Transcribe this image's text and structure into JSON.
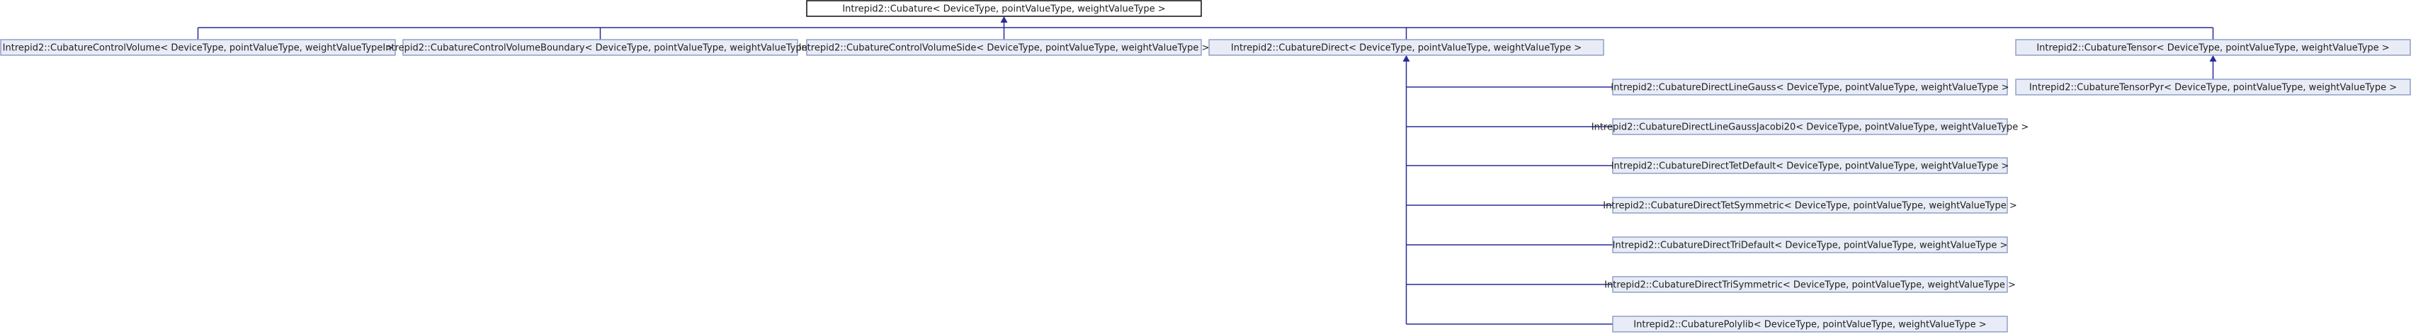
{
  "diagram": {
    "root": {
      "label": "Intrepid2::Cubature< DeviceType, pointValueType, weightValueType >"
    },
    "level1": [
      {
        "label": "Intrepid2::CubatureControlVolume< DeviceType, pointValueType, weightValueType >"
      },
      {
        "label": "Intrepid2::CubatureControlVolumeBoundary< DeviceType, pointValueType, weightValueType >"
      },
      {
        "label": "Intrepid2::CubatureControlVolumeSide< DeviceType, pointValueType, weightValueType >"
      },
      {
        "label": "Intrepid2::CubatureDirect< DeviceType, pointValueType, weightValueType >"
      },
      {
        "label": "Intrepid2::CubatureTensor< DeviceType, pointValueType, weightValueType >"
      }
    ],
    "direct_children": [
      {
        "label": "Intrepid2::CubatureDirectLineGauss< DeviceType, pointValueType, weightValueType >"
      },
      {
        "label": "Intrepid2::CubatureDirectLineGaussJacobi20< DeviceType, pointValueType, weightValueType >"
      },
      {
        "label": "Intrepid2::CubatureDirectTetDefault< DeviceType, pointValueType, weightValueType >"
      },
      {
        "label": "Intrepid2::CubatureDirectTetSymmetric< DeviceType, pointValueType, weightValueType >"
      },
      {
        "label": "Intrepid2::CubatureDirectTriDefault< DeviceType, pointValueType, weightValueType >"
      },
      {
        "label": "Intrepid2::CubatureDirectTriSymmetric< DeviceType, pointValueType, weightValueType >"
      },
      {
        "label": "Intrepid2::CubaturePolylib< DeviceType, pointValueType, weightValueType >"
      }
    ],
    "tensor_children": [
      {
        "label": "Intrepid2::CubatureTensorPyr< DeviceType, pointValueType, weightValueType >"
      }
    ],
    "colors": {
      "edge": "#2a2a9a",
      "node_fill": "#e8ecf6",
      "node_border": "#8a99c4",
      "root_border": "#1a1a1a"
    }
  }
}
